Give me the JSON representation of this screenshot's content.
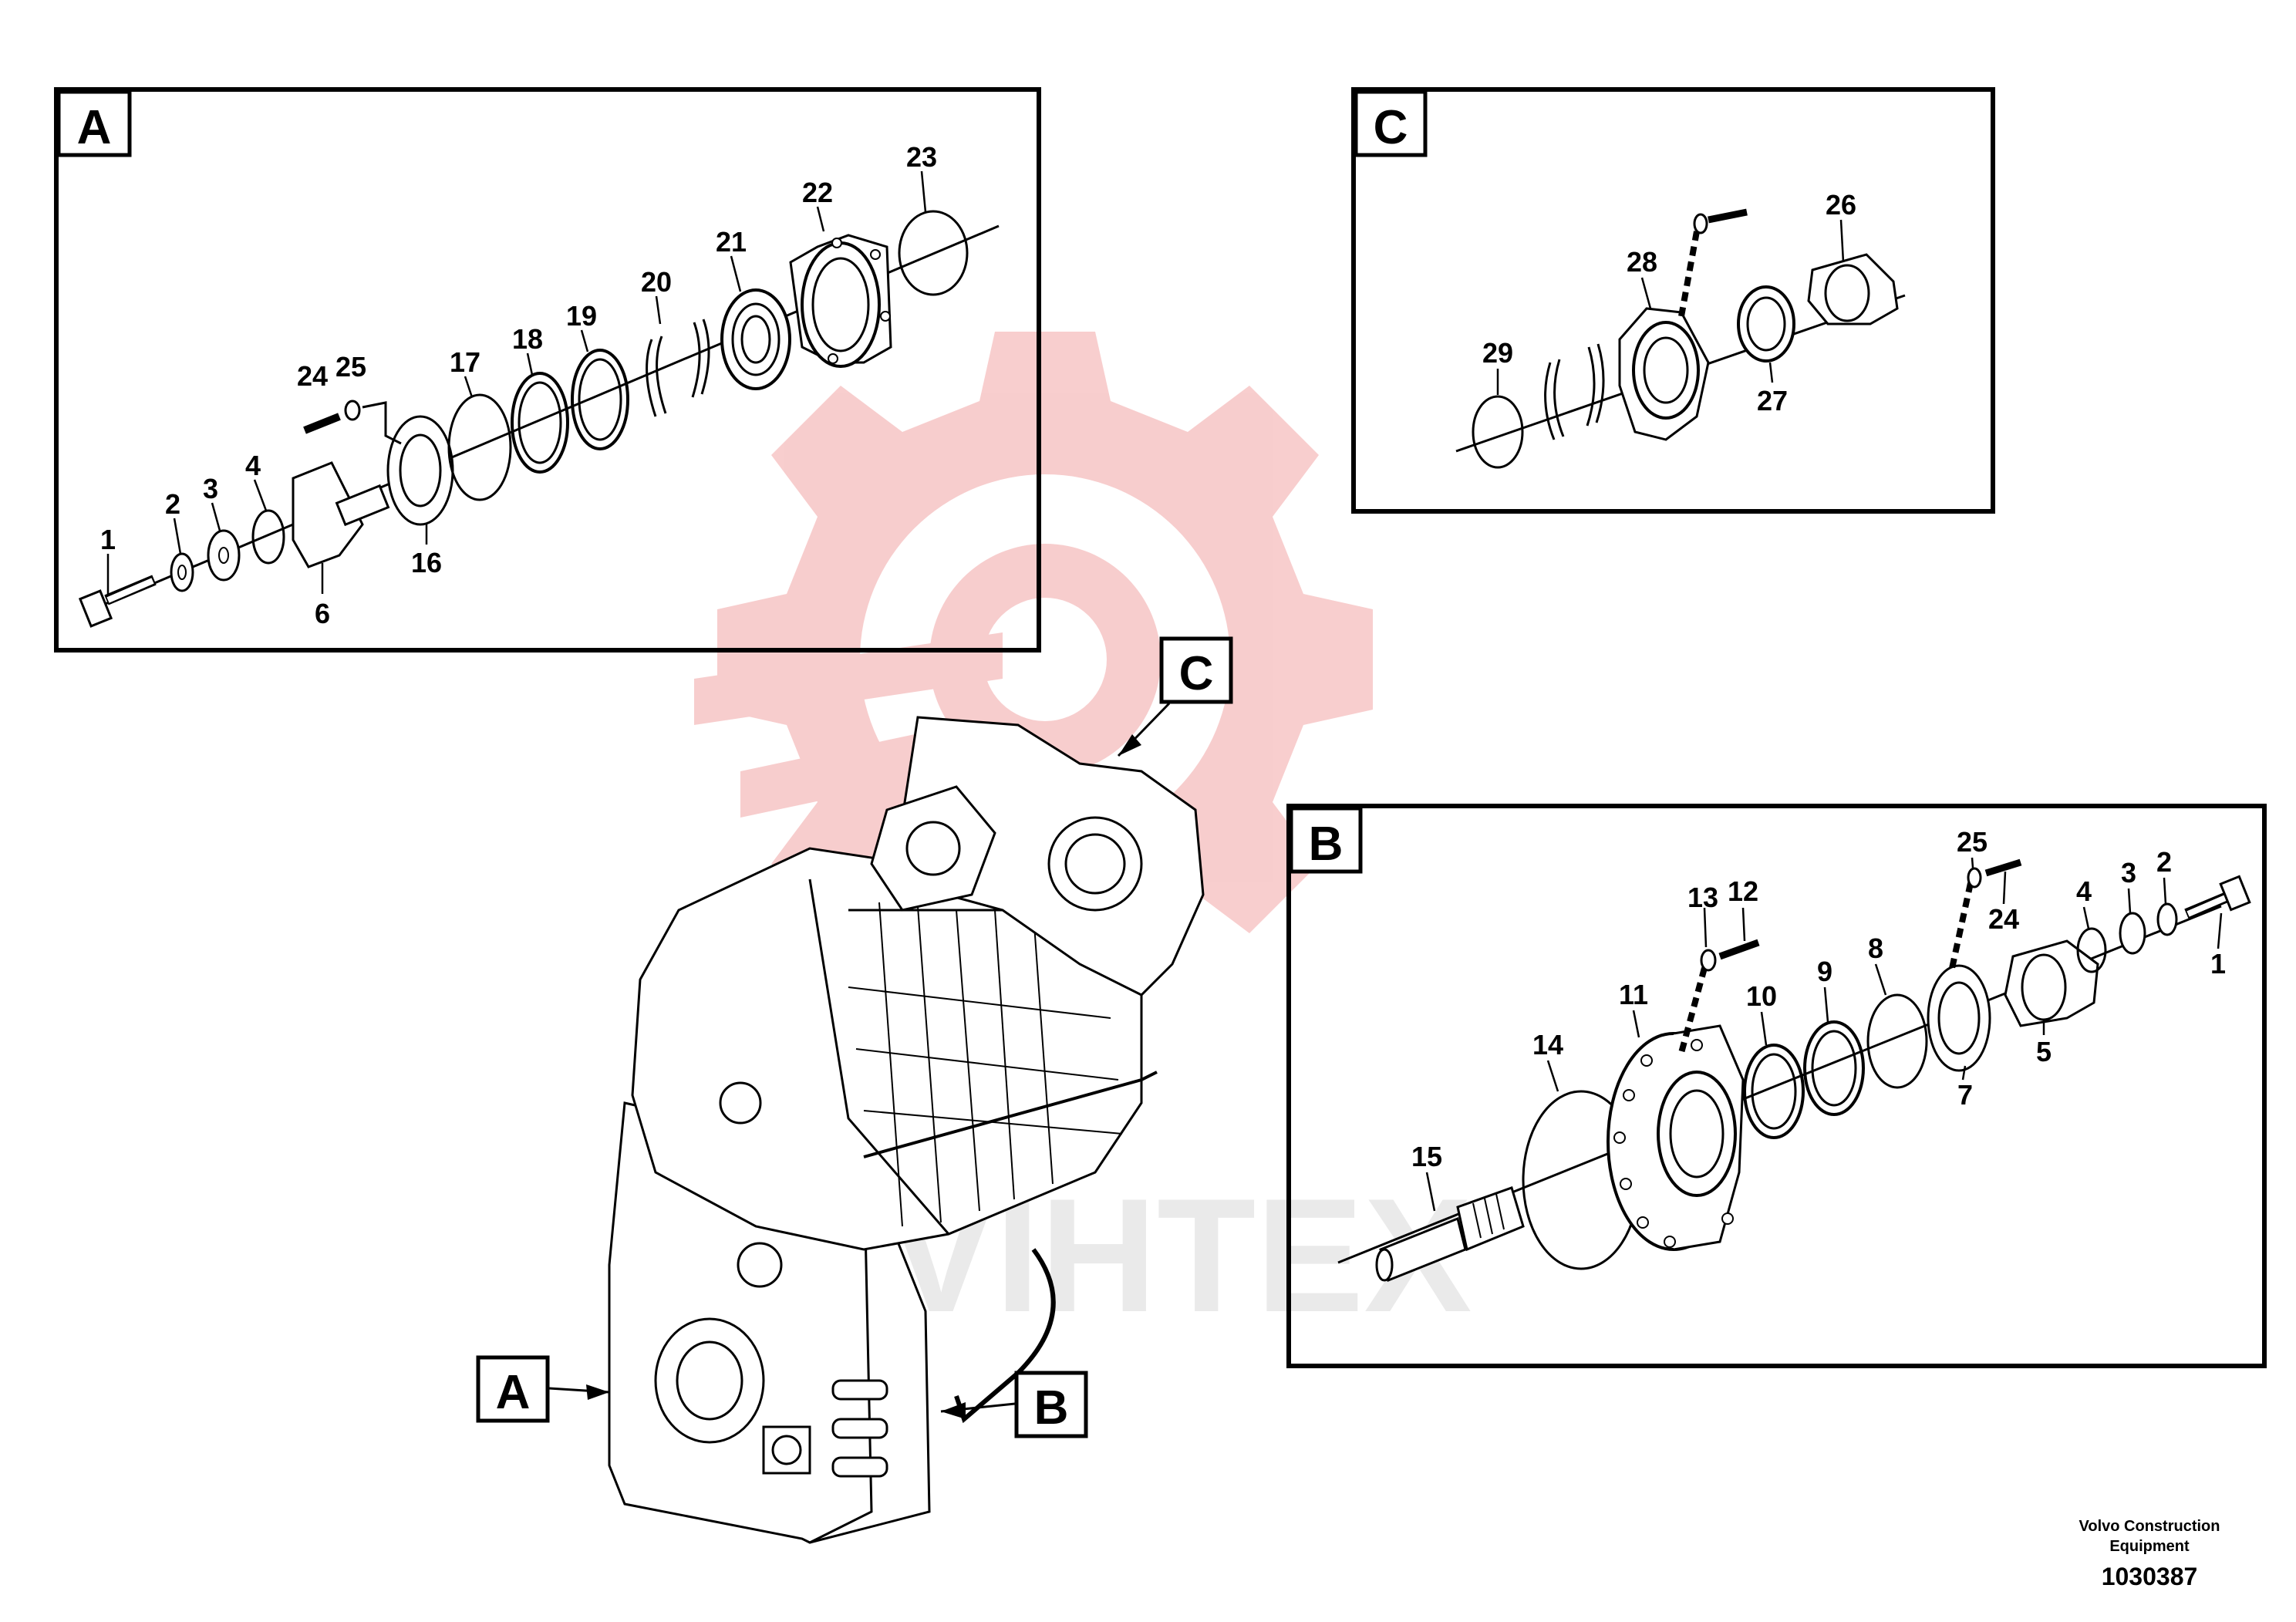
{
  "panels": {
    "A": {
      "title": "A",
      "callouts": [
        "1",
        "2",
        "3",
        "4",
        "6",
        "16",
        "17",
        "18",
        "19",
        "20",
        "21",
        "22",
        "23",
        "24",
        "25"
      ]
    },
    "B": {
      "title": "B",
      "callouts": [
        "1",
        "2",
        "3",
        "4",
        "5",
        "7",
        "8",
        "9",
        "10",
        "11",
        "12",
        "13",
        "14",
        "15",
        "24",
        "25"
      ]
    },
    "C": {
      "title": "C",
      "callouts": [
        "26",
        "27",
        "28",
        "29"
      ]
    }
  },
  "overview": {
    "pointer_a": "A",
    "pointer_b": "B",
    "pointer_c": "C"
  },
  "watermark": {
    "text": "VIHTEX",
    "color": "#f2b8b8"
  },
  "footer": {
    "maker_line1": "Volvo Construction",
    "maker_line2": "Equipment",
    "drawing_number": "1030387"
  },
  "colors": {
    "line": "#000000",
    "watermark": "#f4c4c4"
  }
}
